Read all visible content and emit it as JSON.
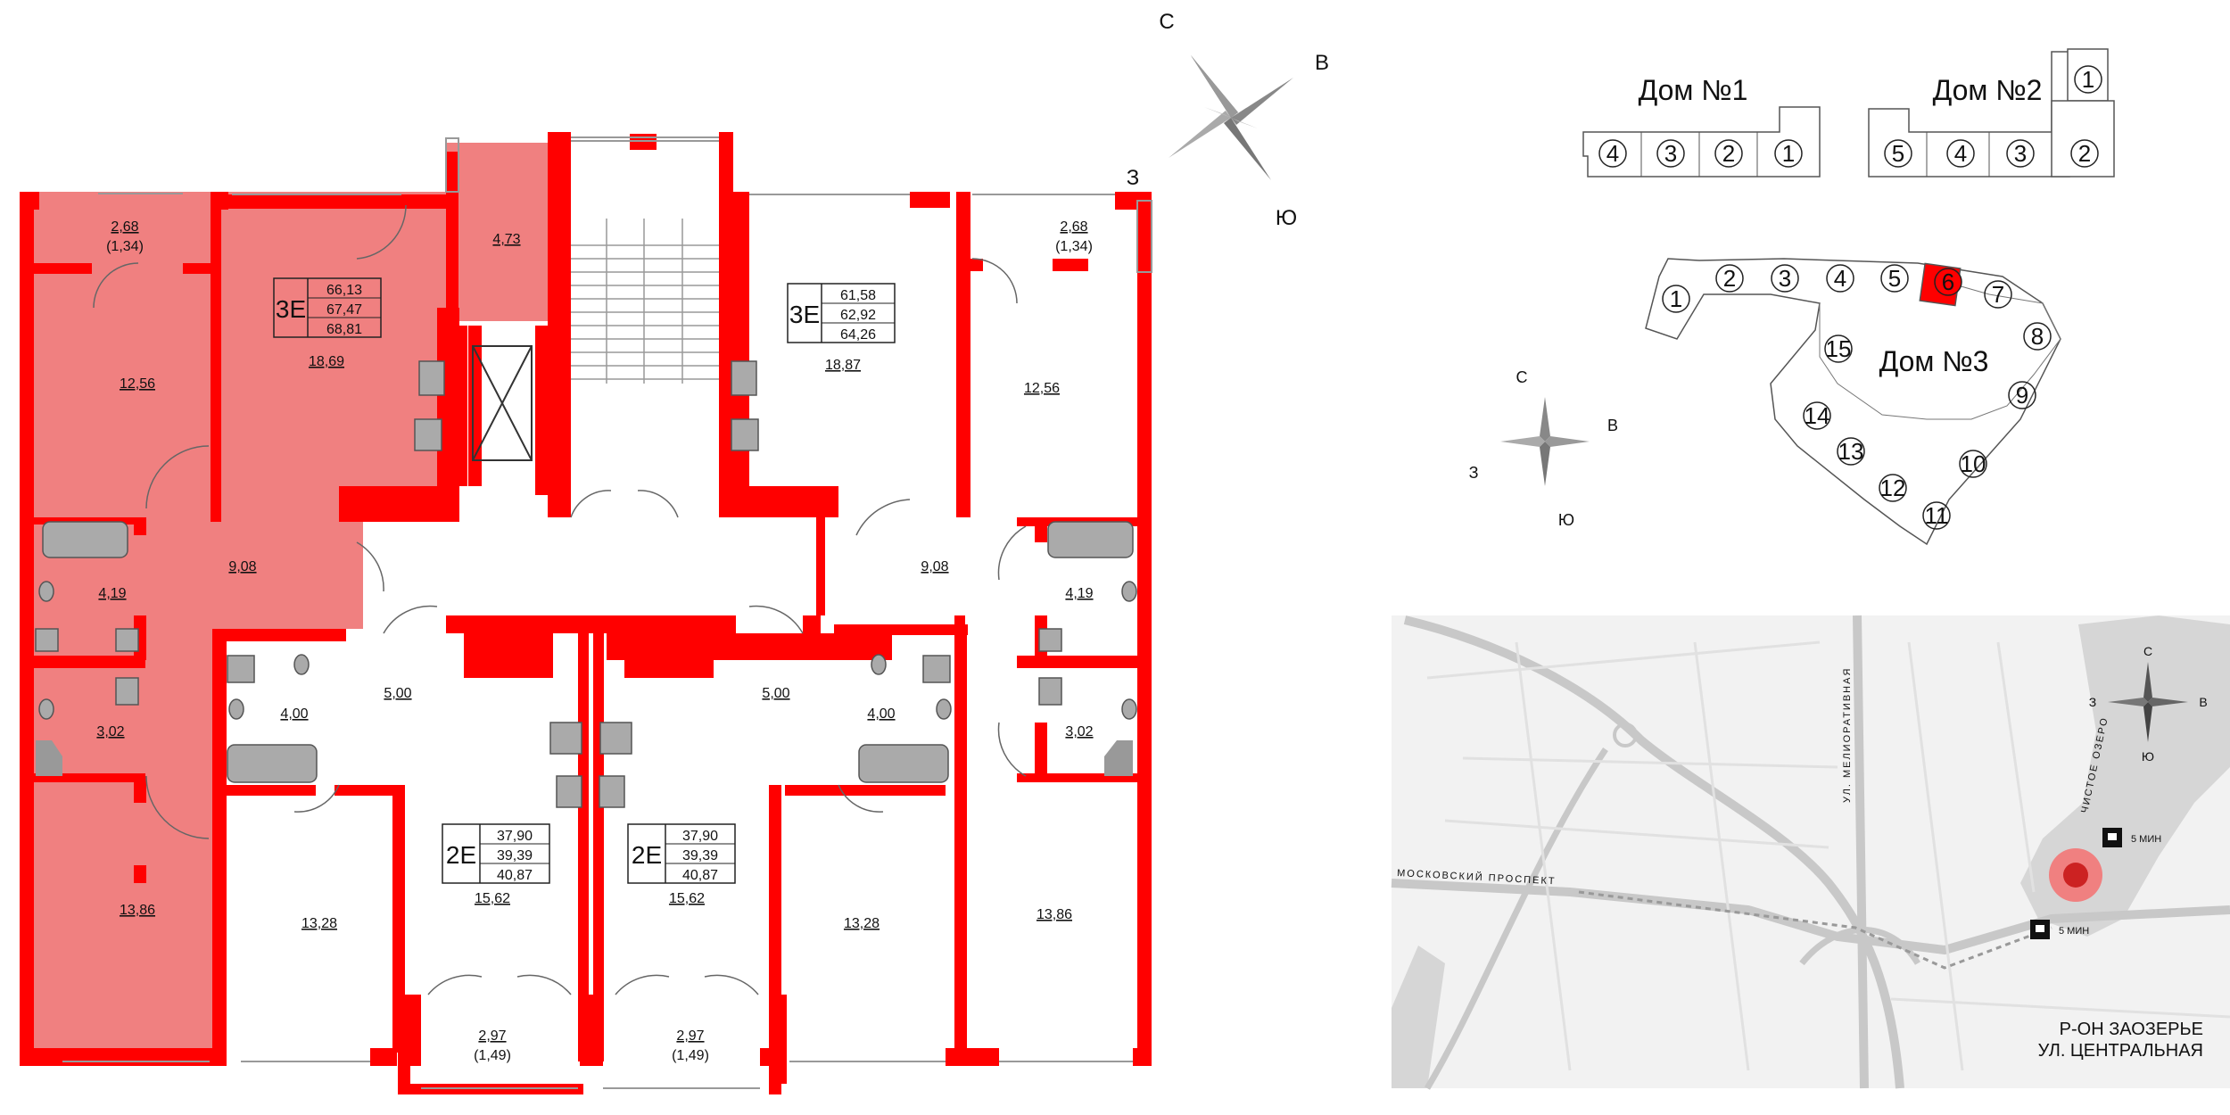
{
  "colors": {
    "wall": "#ff0000",
    "highlight": "#f08080",
    "road": "#c8c8c8",
    "water": "#d6d6d6",
    "mapbg": "#f2f2f2"
  },
  "compass": {
    "n": "С",
    "e": "В",
    "s": "Ю",
    "w": "З"
  },
  "plan": {
    "apt_left": {
      "type": "3Е",
      "areas": [
        "66,13",
        "67,47",
        "68,81"
      ]
    },
    "apt_mid": {
      "type": "3Е",
      "areas": [
        "61,58",
        "62,92",
        "64,26"
      ]
    },
    "apt_2e_left": {
      "type": "2Е",
      "areas": [
        "37,90",
        "39,39",
        "40,87"
      ]
    },
    "apt_2e_right": {
      "type": "2Е",
      "areas": [
        "37,90",
        "39,39",
        "40,87"
      ]
    },
    "rooms": {
      "r1": "2,68",
      "r1b": "(1,34)",
      "r2": "4,73",
      "r3": "18,69",
      "r4": "12,56",
      "r5": "9,08",
      "r6": "4,19",
      "r7": "3,02",
      "r8": "13,86",
      "r9": "18,87",
      "r10": "2,68",
      "r10b": "(1,34)",
      "r11": "12,56",
      "r12": "9,08",
      "r13": "4,19",
      "r14": "3,02",
      "r15": "13,86",
      "r16": "4,00",
      "r17": "5,00",
      "r18": "13,28",
      "r19": "15,62",
      "r20": "2,97",
      "r20b": "(1,49)",
      "r21": "4,00",
      "r22": "5,00",
      "r23": "13,28",
      "r24": "15,62",
      "r25": "2,97",
      "r25b": "(1,49)"
    }
  },
  "site": {
    "house1": "Дом №1",
    "house2": "Дом №2",
    "house3": "Дом №3",
    "h1_sections": [
      "4",
      "3",
      "2",
      "1"
    ],
    "h2_sections": [
      "5",
      "4",
      "3",
      "2",
      "1"
    ],
    "h3_sections": [
      "1",
      "2",
      "3",
      "4",
      "5",
      "6",
      "7",
      "8",
      "9",
      "10",
      "11",
      "12",
      "13",
      "14",
      "15"
    ],
    "selected_section": "6"
  },
  "map": {
    "street1": "МОСКОВСКИЙ ПРОСПЕКТ",
    "street2": "УЛ. МЕЛИОРАТИВНАЯ",
    "lake": "ЧИСТОЕ ОЗЕРО",
    "walk1": "5 МИН",
    "walk2": "5 МИН",
    "district": "Р-ОН ЗАОЗЕРЬЕ",
    "street_main": "УЛ. ЦЕНТРАЛЬНАЯ"
  }
}
